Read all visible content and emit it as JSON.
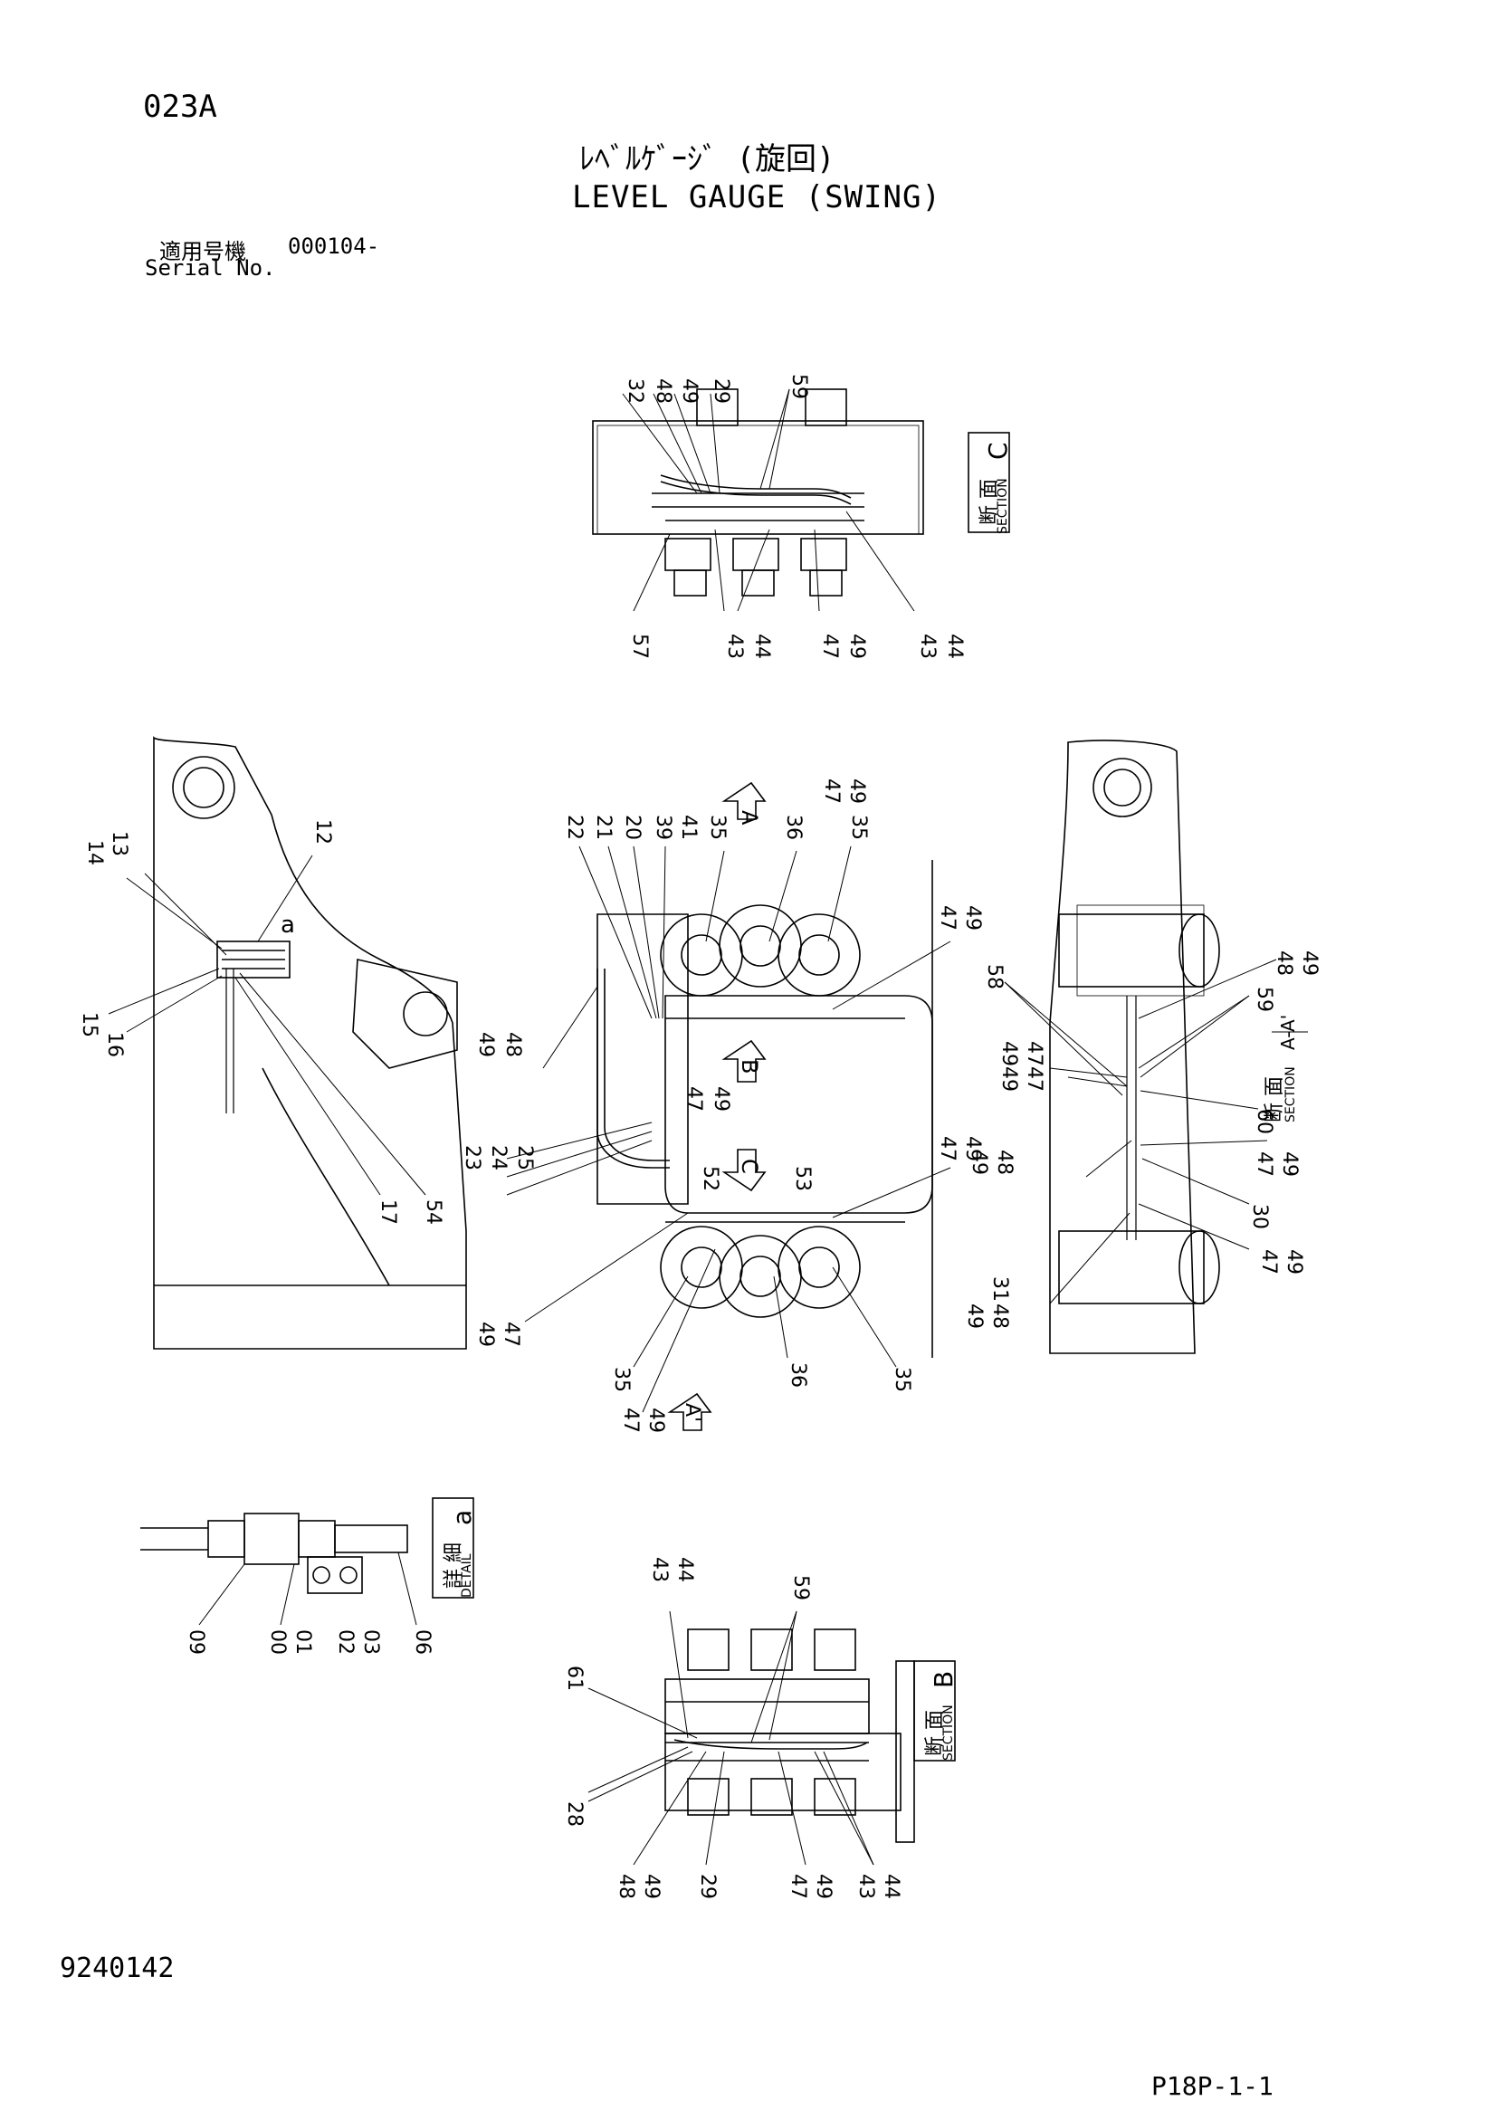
{
  "header": {
    "page_code": "023A",
    "title_jp": "ﾚﾍﾞﾙｹﾞｰｼﾞ (旋回)",
    "title_en": "LEVEL GAUGE (SWING)",
    "serial_label_jp": "適用号機",
    "serial_value": "000104-",
    "serial_label_en": "Serial No."
  },
  "footer": {
    "doc_number": "9240142",
    "page_ref": "P18P-1-1"
  },
  "sections": {
    "c": {
      "jp": "断 面",
      "en": "SECTION",
      "letter": "C"
    },
    "aa": {
      "jp": "断 面",
      "en": "SECTION",
      "letter": "A-A'"
    },
    "b": {
      "jp": "断 面",
      "en": "SECTION",
      "letter": "B"
    },
    "detail": {
      "jp": "詳 細",
      "en": "DETAIL",
      "letter": "a"
    }
  },
  "view_markers": {
    "a_top": "A",
    "a_bottom": "A'",
    "b": "B",
    "c": "C",
    "detail_a": "a"
  },
  "callouts": {
    "section_c": [
      "32",
      "48",
      "49",
      "29",
      "59",
      "57",
      "43",
      "44",
      "47",
      "49",
      "43",
      "44"
    ],
    "left_view": [
      "14",
      "13",
      "12",
      "15",
      "16",
      "17",
      "54"
    ],
    "main_plan": [
      "22",
      "21",
      "20",
      "39",
      "41",
      "35",
      "36",
      "47",
      "49",
      "35",
      "47",
      "49",
      "49",
      "48",
      "47",
      "49",
      "23",
      "24",
      "25",
      "52",
      "53",
      "47",
      "49",
      "49",
      "47",
      "35",
      "36",
      "35",
      "47",
      "49"
    ],
    "section_aa": [
      "58",
      "48",
      "49",
      "59",
      "4949",
      "4747",
      "60",
      "47",
      "49",
      "49",
      "48",
      "30",
      "47",
      "49",
      "49",
      "48",
      "31"
    ],
    "detail_a": [
      "09",
      "00",
      "01",
      "02",
      "03",
      "06"
    ],
    "section_b": [
      "43",
      "44",
      "59",
      "61",
      "28",
      "48",
      "49",
      "29",
      "47",
      "49",
      "43",
      "44"
    ]
  }
}
